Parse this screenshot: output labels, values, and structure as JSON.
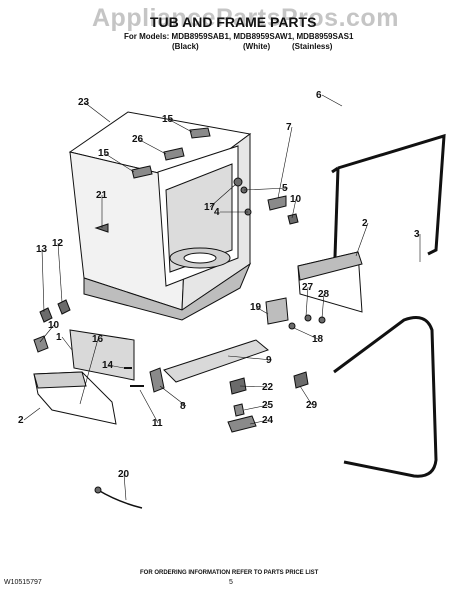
{
  "header": {
    "watermark": "AppliancePartsPros.com",
    "title": "TUB AND FRAME PARTS",
    "models_line": "For Models: MDB8959SAB1, MDB8959SAW1, MDB8959SAS1",
    "variants": [
      "(Black)",
      "(White)",
      "(Stainless)"
    ]
  },
  "callouts": [
    "23",
    "15",
    "26",
    "15",
    "21",
    "13",
    "12",
    "10",
    "1",
    "16",
    "14",
    "6",
    "7",
    "5",
    "10",
    "17",
    "4",
    "2",
    "3",
    "27",
    "28",
    "19",
    "18",
    "9",
    "22",
    "8",
    "11",
    "25",
    "24",
    "29",
    "2",
    "20"
  ],
  "footer": {
    "note": "FOR ORDERING INFORMATION REFER TO PARTS PRICE LIST",
    "doc_number": "W10515797",
    "page_number": "5"
  },
  "colors": {
    "line": "#111111",
    "fill_light": "#ffffff",
    "fill_shade": "#cfcfcf",
    "fill_dark": "#6b6b6b",
    "watermark": "#969696"
  }
}
